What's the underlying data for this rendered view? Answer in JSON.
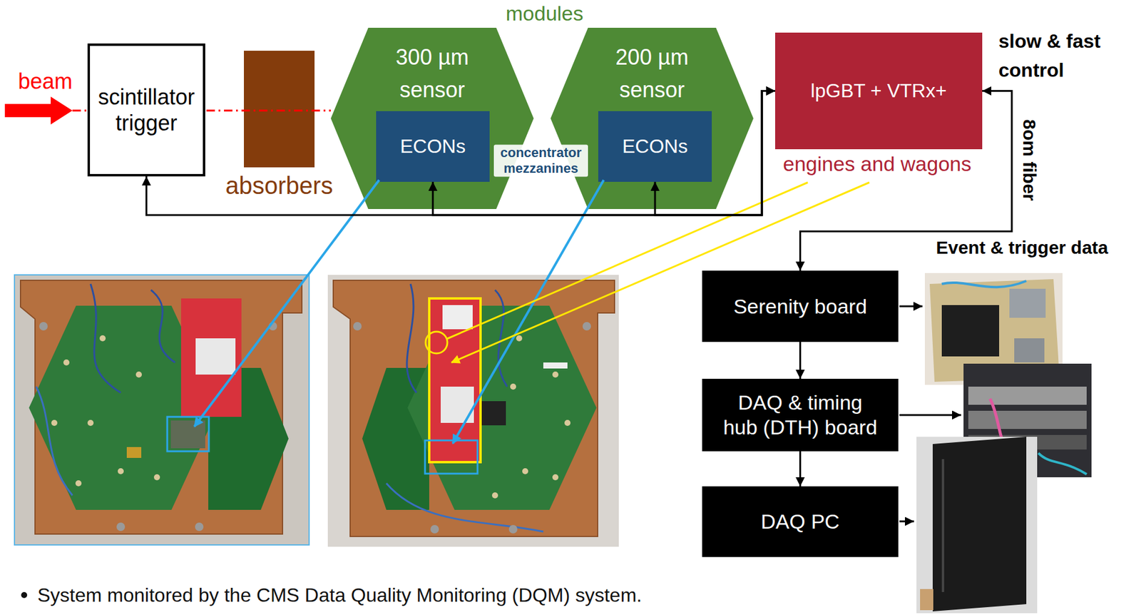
{
  "diagram": {
    "nodes": [
      {
        "text": [
          "scintillator trigger"
        ]
      },
      {
        "text": [
          "absorbers"
        ]
      },
      {
        "text": [
          "300 µm sensor"
        ]
      },
      {
        "text": [
          "ECONs"
        ],
        "in": 2
      },
      {
        "text": [
          "200 µm sensor"
        ]
      },
      {
        "text": [
          "ECONs"
        ],
        "in": 4
      },
      {
        "text": [
          "lpGBT + VTRx+"
        ]
      },
      {
        "text": [
          "Serenity board"
        ]
      },
      {
        "text": [
          "DAQ & timing hub (DTH) board"
        ]
      },
      {
        "text": [
          "DAQ PC"
        ]
      }
    ],
    "edges": [
      {
        "from": 6,
        "to": 0,
        "arrow": "both"
      },
      {
        "from": 6,
        "to": 3,
        "arrow": "both"
      },
      {
        "from": 6,
        "to": 5,
        "arrow": "both"
      },
      {
        "from": 6,
        "to": 7,
        "arrow": "both"
      },
      {
        "from": 7,
        "to": 8,
        "arrow": "to"
      },
      {
        "from": 8,
        "to": 9,
        "arrow": "to"
      }
    ],
    "labels": [
      "beam",
      "modules",
      "concentrator mezzanines",
      "engines and wagons",
      "slow & fast control",
      "8om fiber",
      "Event & trigger data",
      "System monitored by the CMS Data Quality Monitoring (DQM) system."
    ]
  }
}
